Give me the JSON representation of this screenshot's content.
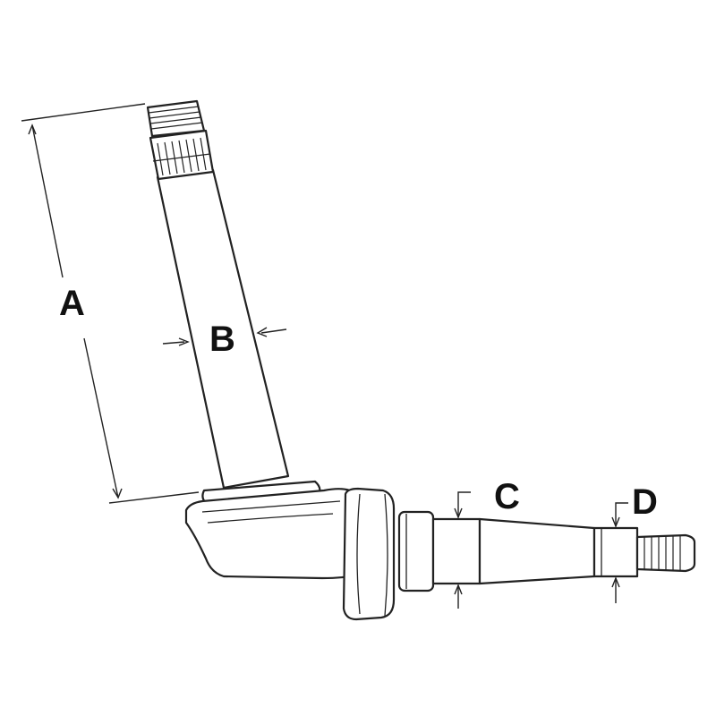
{
  "diagram": {
    "labels": {
      "a": "A",
      "b": "B",
      "c": "C",
      "d": "D"
    },
    "colors": {
      "line": "#222222",
      "background": "#ffffff"
    }
  }
}
